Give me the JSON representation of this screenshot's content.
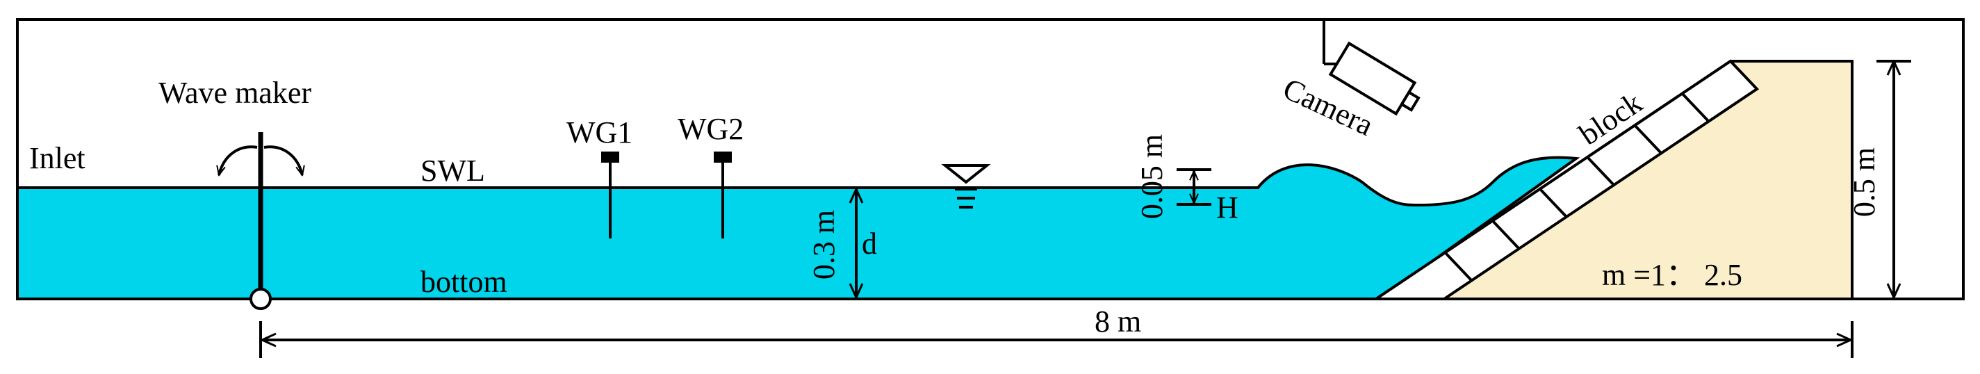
{
  "labels": {
    "inlet": "Inlet",
    "wave_maker": "Wave maker",
    "swl": "SWL",
    "bottom": "bottom",
    "wg1": "WG1",
    "wg2": "WG2",
    "depth_value": "0.3 m",
    "depth_symbol": "d",
    "wave_height_value": "0.05 m",
    "wave_height_symbol": "H",
    "camera": "Camera",
    "block": "block",
    "structure_height": "0.5 m",
    "slope": "m =1： 2.5",
    "flume_length": "8 m"
  },
  "colors": {
    "water": "#00D5EB",
    "slope_fill": "#FBEFCB",
    "line": "#000000"
  }
}
